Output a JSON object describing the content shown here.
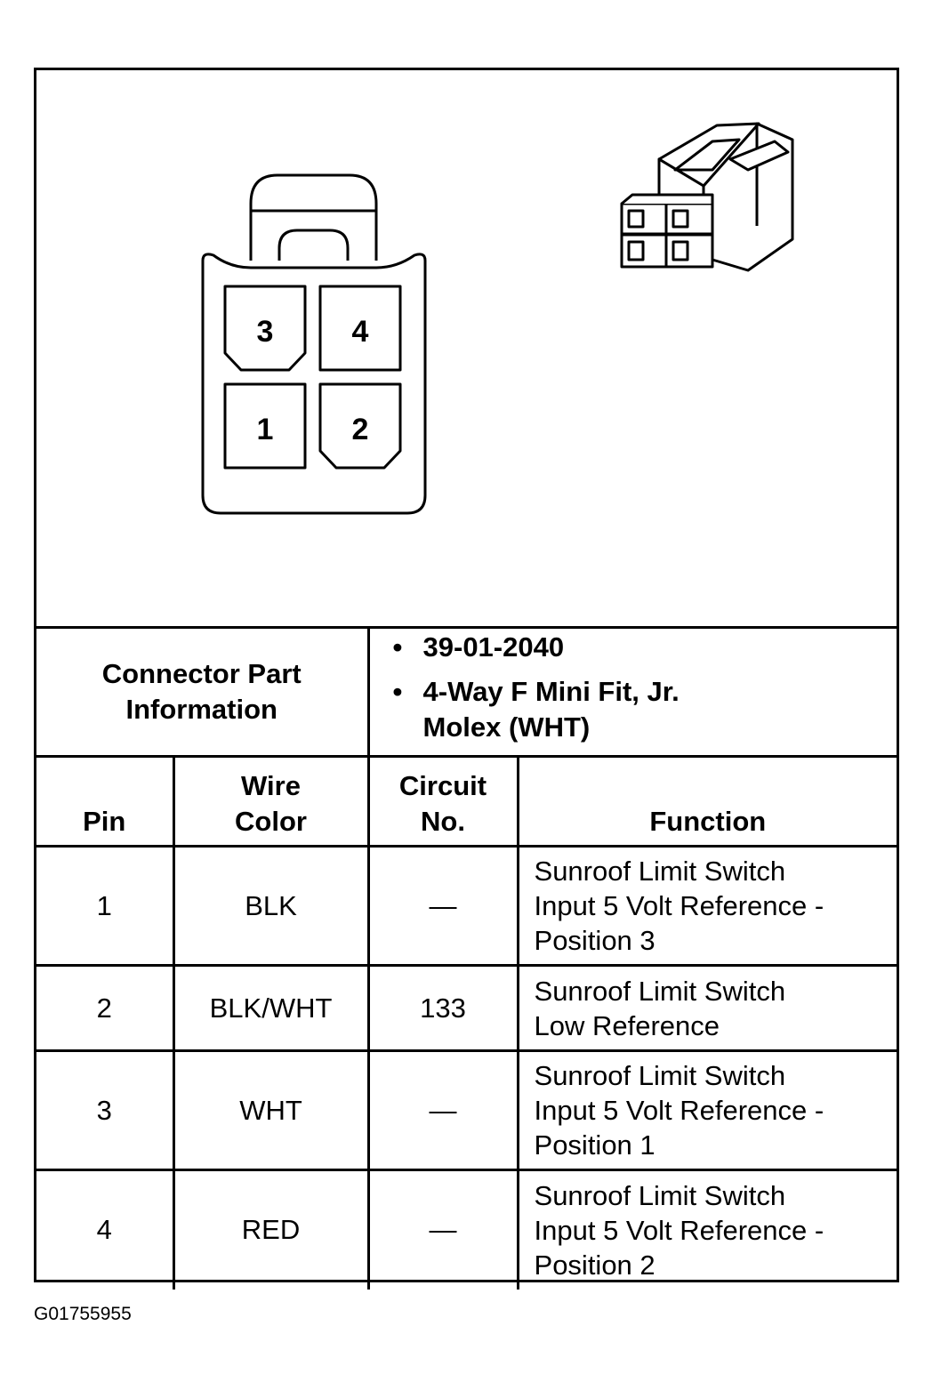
{
  "connector": {
    "pin_labels": [
      "3",
      "4",
      "1",
      "2"
    ]
  },
  "part_info": {
    "label_line1": "Connector Part",
    "label_line2": "Information",
    "part_number": "39-01-2040",
    "desc_line1": "4-Way F Mini Fit, Jr.",
    "desc_line2": "Molex (WHT)"
  },
  "table": {
    "headers": {
      "pin": "Pin",
      "wire_color_line1": "Wire",
      "wire_color_line2": "Color",
      "circuit_line1": "Circuit",
      "circuit_line2": "No.",
      "function": "Function"
    },
    "rows": [
      {
        "pin": "1",
        "wire": "BLK",
        "circuit": "—",
        "f1": "Sunroof Limit Switch",
        "f2": "Input 5 Volt Reference -",
        "f3": "Position 3"
      },
      {
        "pin": "2",
        "wire": "BLK/WHT",
        "circuit": "133",
        "f1": "Sunroof Limit Switch",
        "f2": "Low Reference",
        "f3": ""
      },
      {
        "pin": "3",
        "wire": "WHT",
        "circuit": "—",
        "f1": "Sunroof Limit Switch",
        "f2": "Input 5 Volt Reference -",
        "f3": "Position 1"
      },
      {
        "pin": "4",
        "wire": "RED",
        "circuit": "—",
        "f1": "Sunroof Limit Switch",
        "f2": "Input 5 Volt Reference -",
        "f3": "Position 2"
      }
    ]
  },
  "figure_code": "G01755955"
}
